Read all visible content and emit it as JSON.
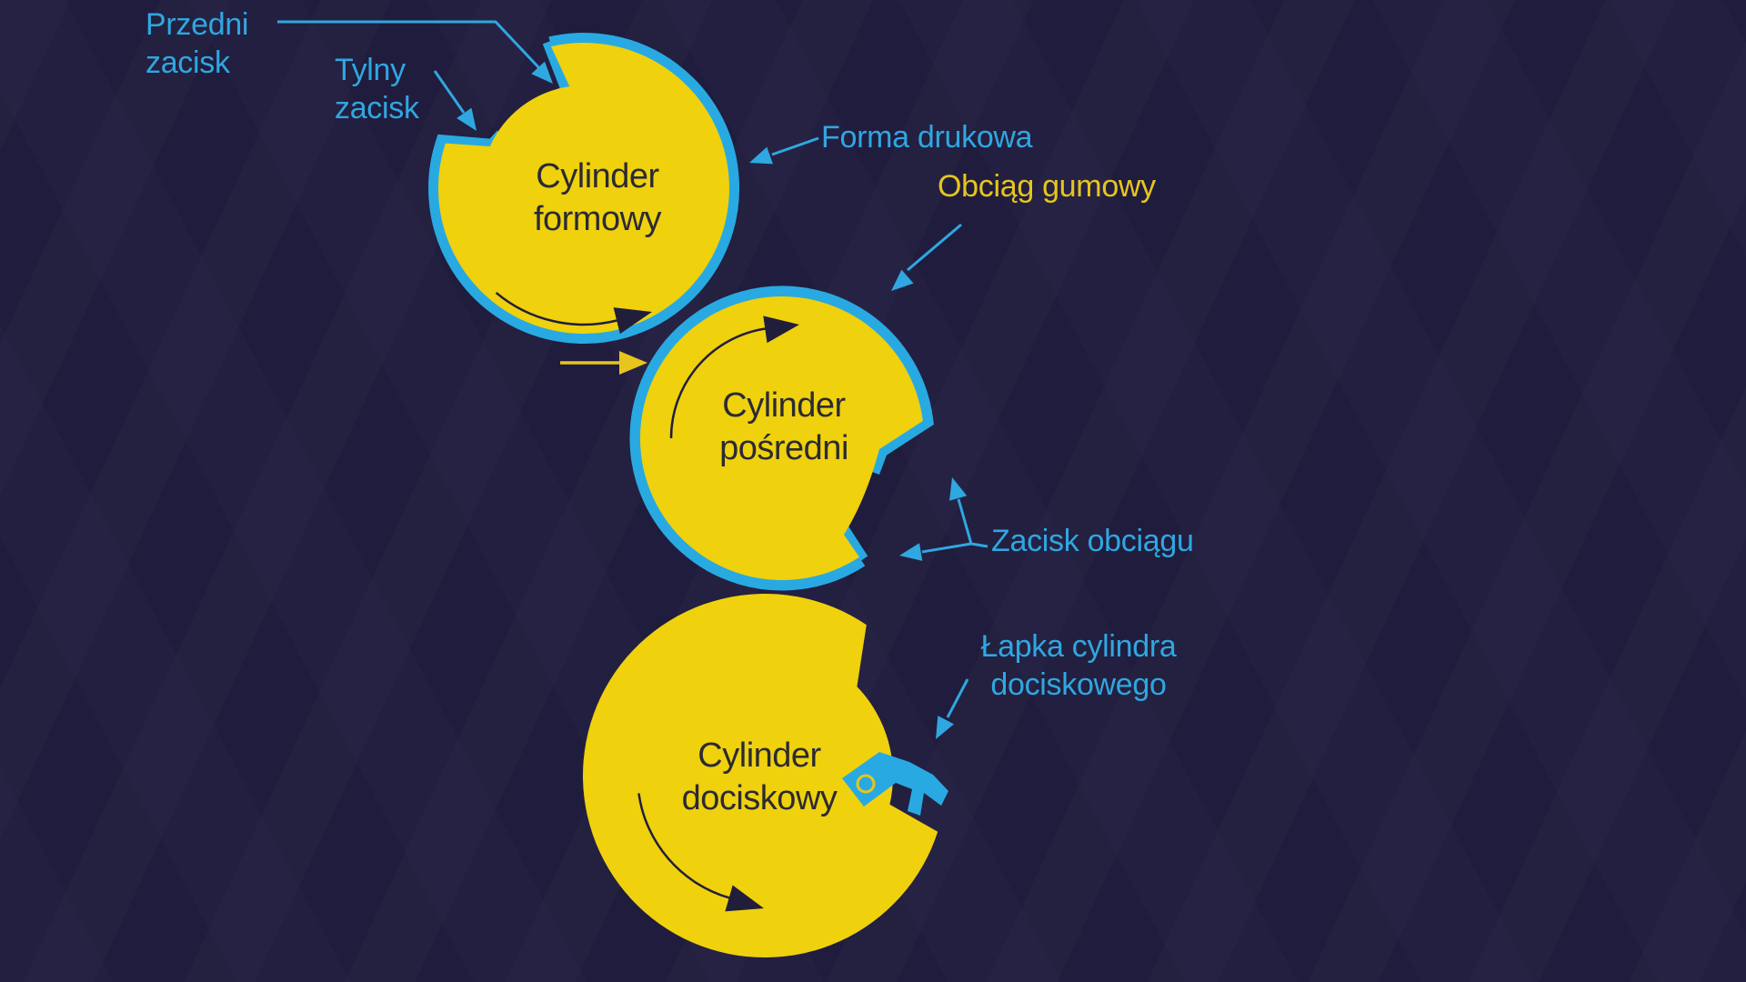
{
  "colors": {
    "background": "#211d3f",
    "cylinder_yellow": "#efd10e",
    "trim_blue": "#29a9e2",
    "label_blue": "#2fa7e1",
    "label_yellow": "#e7c51d",
    "cylinder_text_dark": "#2b2a33",
    "rotation_arrow_dark": "#211e3c"
  },
  "cylinders": [
    {
      "id": "formowy",
      "line1": "Cylinder",
      "line2": "formowy"
    },
    {
      "id": "posredni",
      "line1": "Cylinder",
      "line2": "pośredni"
    },
    {
      "id": "dociskowy",
      "line1": "Cylinder",
      "line2": "dociskowy"
    }
  ],
  "labels": {
    "przedni": {
      "line1": "Przedni",
      "line2": "zacisk"
    },
    "tylny": {
      "line1": "Tylny",
      "line2": "zacisk"
    },
    "forma": {
      "text": "Forma drukowa"
    },
    "obciag": {
      "text": "Obciąg gumowy"
    },
    "zacisk_obciagu": {
      "text": "Zacisk obciągu"
    },
    "lapka": {
      "line1": "Łapka cylindra",
      "line2": "dociskowego"
    }
  }
}
